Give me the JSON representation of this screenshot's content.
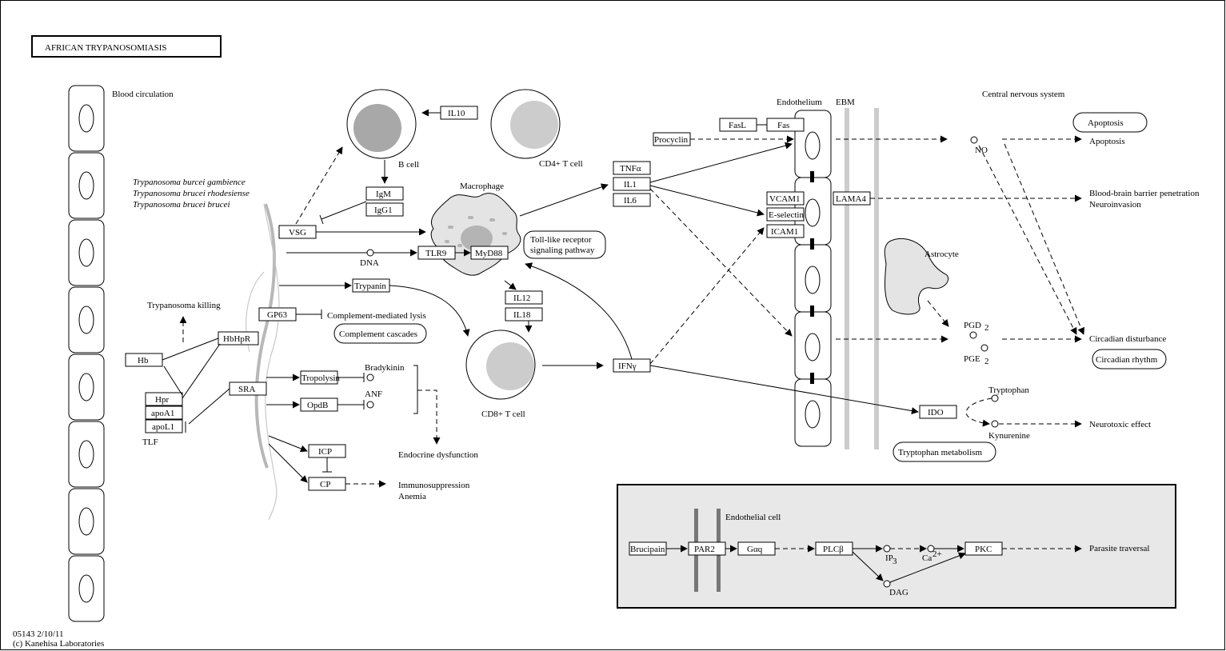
{
  "title": "AFRICAN  TRYPANOSOMIASIS",
  "footer": {
    "id_date": "05143 2/10/11",
    "copyright": "(c) Kanehisa Laboratories"
  },
  "regions": {
    "blood": "Blood circulation",
    "endothelium": "Endothelium",
    "ebm": "EBM",
    "cns": "Central nervous system",
    "endothelial_cell": "Endothelial cell"
  },
  "species": [
    "Trypanosoma burcei gambience",
    "Trypanosoma brucei rhodesiense",
    "Trypanosoma brucei brucei"
  ],
  "cells": {
    "b_cell": "B cell",
    "cd4": "CD4+ T cell",
    "cd8": "CD8+ T cell",
    "macrophage": "Macrophage",
    "astrocyte": "Astrocyte"
  },
  "genes": {
    "il10": "IL10",
    "igm": "IgM",
    "igg1": "IgG1",
    "vsg": "VSG",
    "tlr9": "TLR9",
    "myd88": "MyD88",
    "trypanin": "Trypanin",
    "gp63": "GP63",
    "hbhpr": "HbHpR",
    "hb": "Hb",
    "hpr": "Hpr",
    "apoa1": "apoA1",
    "apol1": "apoL1",
    "sra": "SRA",
    "tropolysin": "Tropolysin",
    "oligob": "OpdB",
    "icp": "ICP",
    "cp": "CP",
    "il12": "IL12",
    "il18": "IL18",
    "tnfa": "TNFα",
    "il1": "IL1",
    "il6": "IL6",
    "ifng": "IFNγ",
    "procyclin": "Procyclin",
    "fasl": "FasL",
    "fas": "Fas",
    "vcam1": "VCAM1",
    "eselectin": "E-selectin",
    "icam1": "ICAM1",
    "lama4": "LAMA4",
    "ido": "IDO",
    "brucipain": "Brucipain",
    "par2": "PAR2",
    "gaq": "Gαq",
    "plcb": "PLCβ",
    "pkc": "PKC"
  },
  "compounds": {
    "dna": "DNA",
    "bradykinin": "Bradykinin",
    "anf": "ANF",
    "no": "NO",
    "pgd2": "PGD",
    "pge2": "PGE",
    "sub2": "2",
    "tryptophan": "Tryptophan",
    "kynurenine": "Kynurenine",
    "ip3": "IP",
    "sub3": "3",
    "ca": "Ca",
    "ca_sup": "2+",
    "dag": "DAG"
  },
  "labels": {
    "tlf": "TLF",
    "trypanosoma_killing": "Trypanosoma killing",
    "complement_lysis": "Complement-mediated lysis",
    "endocrine": "Endocrine dysfunction",
    "immunosuppression": "Immunosuppression",
    "anemia": "Anemia",
    "apoptosis_out": "Apoptosis",
    "bbb": "Blood-brain barrier penetration",
    "neuroinvasion": "Neuroinvasion",
    "circadian": "Circadian disturbance",
    "neurotoxic": "Neurotoxic effect",
    "parasite_traversal": "Parasite traversal"
  },
  "pathways": {
    "tlr": [
      "Toll-like receptor",
      "signaling pathway"
    ],
    "complement": "Complement cascades",
    "apoptosis": "Apoptosis",
    "circadian_rhythm": "Circadian rhythm",
    "tryptophan_met": "Tryptophan metabolism"
  }
}
